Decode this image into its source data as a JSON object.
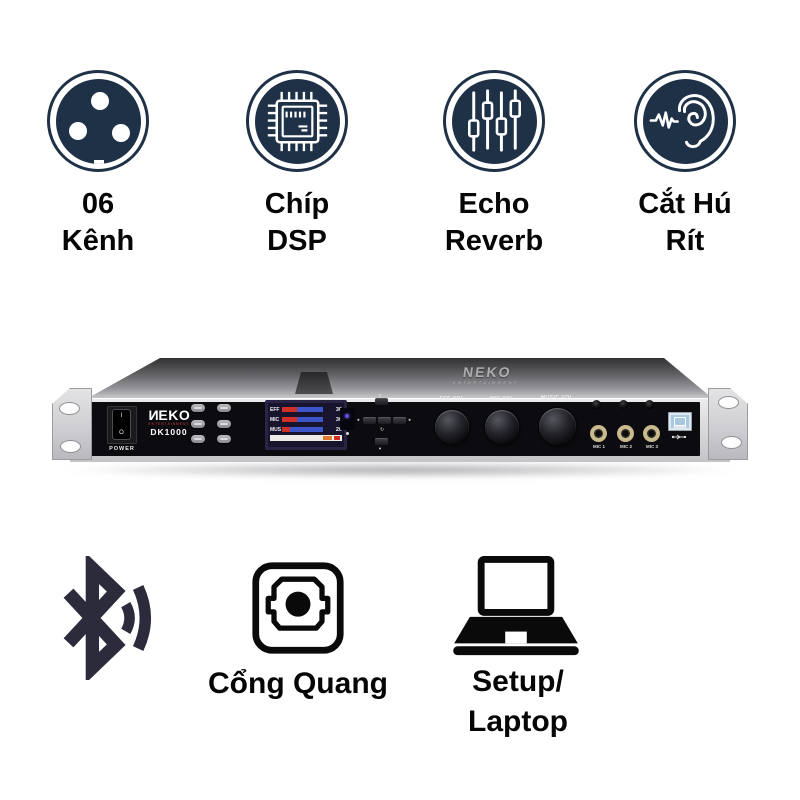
{
  "top_features": [
    {
      "icon": "xlr-connector-icon",
      "lines": [
        "06",
        "Kênh"
      ]
    },
    {
      "icon": "dsp-chip-icon",
      "lines": [
        "Chíp",
        "DSP"
      ]
    },
    {
      "icon": "equalizer-sliders-icon",
      "lines": [
        "Echo",
        "Reverb"
      ]
    },
    {
      "icon": "ear-anti-feedback-icon",
      "lines": [
        "Cắt Hú",
        "Rít"
      ]
    }
  ],
  "bottom_features": [
    {
      "icon": "bluetooth-icon",
      "lines": []
    },
    {
      "icon": "optical-port-icon",
      "lines": [
        "Cổng Quang"
      ]
    },
    {
      "icon": "laptop-icon",
      "lines": [
        "Setup/",
        "Laptop"
      ]
    }
  ],
  "device": {
    "top_logo": {
      "brand": "NEKO",
      "sub": "ENTERTAINMENT"
    },
    "power": {
      "label": "POWER",
      "on_symbol": "I",
      "off_symbol": "O"
    },
    "brand": {
      "name_first": "N",
      "name_rest": "EKO",
      "sub": "ENTERTAINMENT",
      "model": "DK1000"
    },
    "display": {
      "rows": [
        {
          "label": "EFF",
          "value": "30"
        },
        {
          "label": "MIC",
          "value": "30"
        },
        {
          "label": "MUS",
          "value": "20"
        }
      ]
    },
    "nav": {
      "up": "▲",
      "down": "▼",
      "left": "◄",
      "right": "►",
      "center": "↻"
    },
    "knobs": [
      {
        "label": "EFF VOL"
      },
      {
        "label": "MIC VOL"
      },
      {
        "label": "MUSIC VOL"
      }
    ],
    "mic_jacks": [
      {
        "label": "MIC 1"
      },
      {
        "label": "MIC 2"
      },
      {
        "label": "MIC 3"
      }
    ]
  },
  "colors": {
    "icon_navy": "#1e3147",
    "bluetooth_dark": "#2b2b3c",
    "display_blue": "#3c55c8",
    "display_red": "#d03028",
    "brand_sub_red": "#e04038"
  }
}
